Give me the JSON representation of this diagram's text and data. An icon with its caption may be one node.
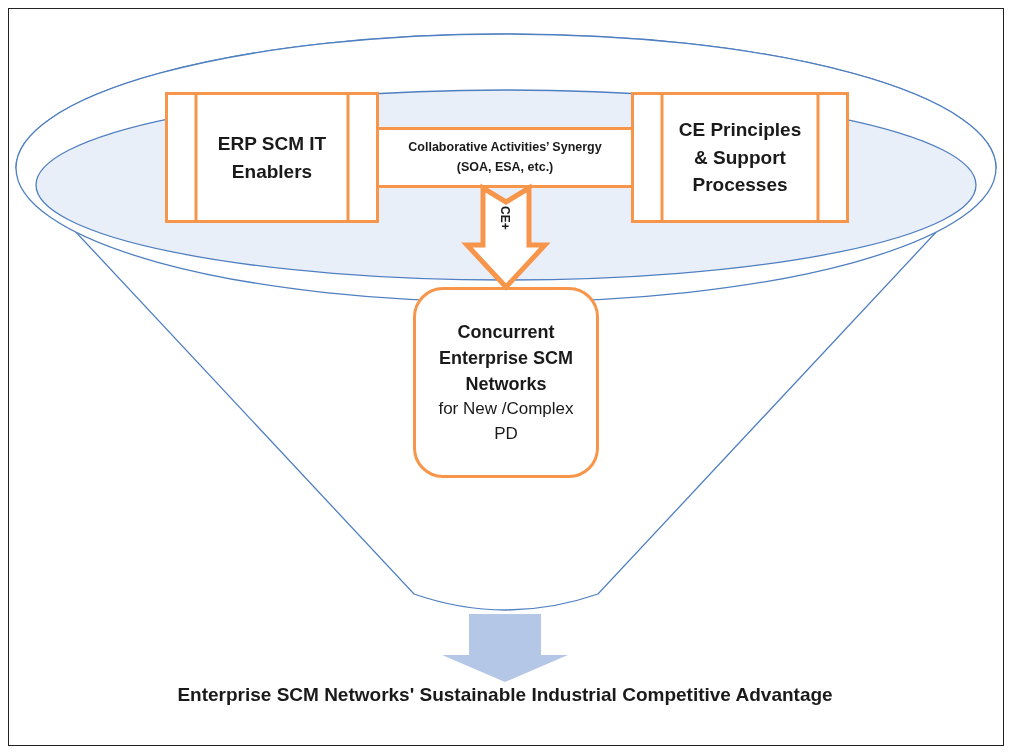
{
  "diagram": {
    "nodes": [
      {
        "text": [],
        "shape": "funnel"
      },
      {
        "text": [
          "ERP SCM IT Enablers"
        ],
        "in": 0
      },
      {
        "text": [
          "Collaborative Activities’ Synergy (SOA, ESA, etc.)"
        ],
        "in": 0
      },
      {
        "text": [
          "CE Principles & Support Processes"
        ],
        "in": 0
      },
      {
        "text": [
          "Concurrent Enterprise SCM Networks",
          "for New /Complex PD"
        ],
        "in": 0
      },
      {
        "text": [
          "Enterprise SCM Networks' Sustainable Industrial Competitive Advantage"
        ]
      }
    ],
    "edges": [
      {
        "from": 2,
        "to": 4,
        "arrow": "to",
        "label": "CE+"
      },
      {
        "from": 0,
        "to": 5,
        "arrow": "to",
        "color": "#b4c7e7"
      }
    ]
  }
}
